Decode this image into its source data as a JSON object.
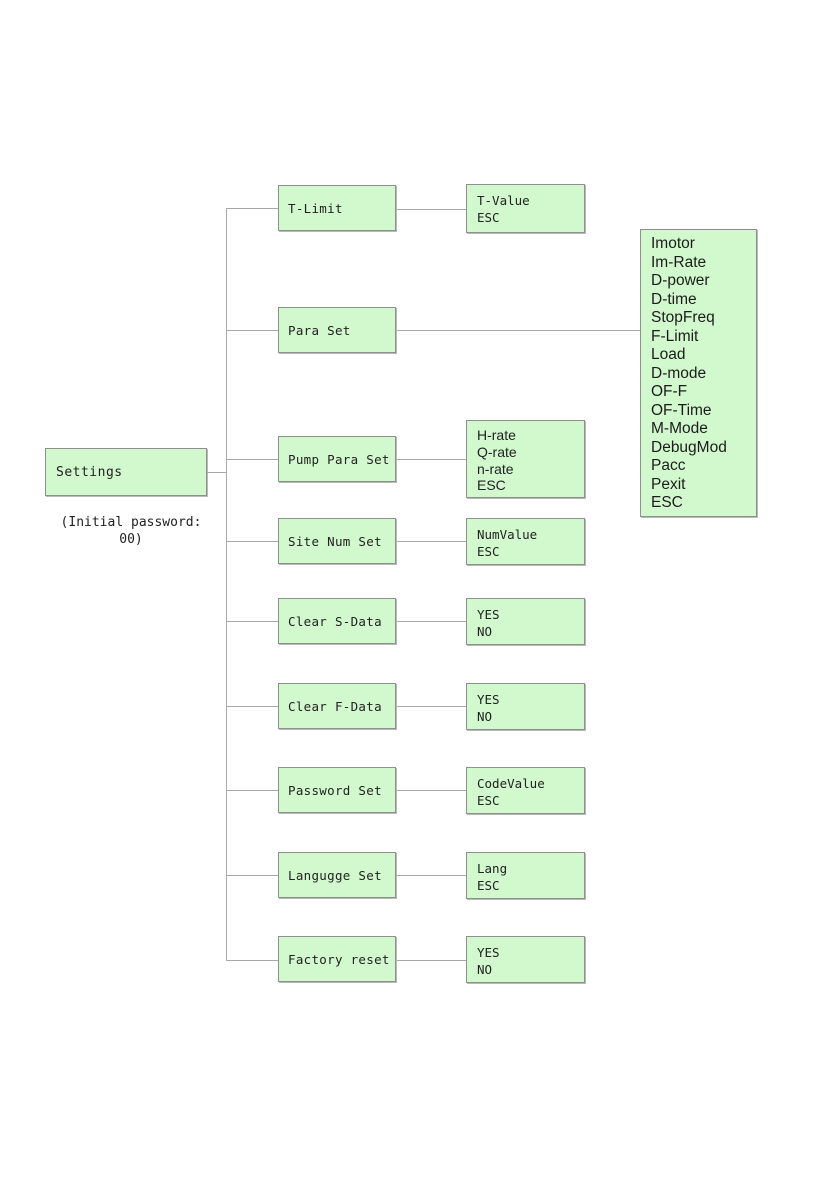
{
  "diagram": {
    "title_node": {
      "label": "Settings"
    },
    "note": {
      "line1": "(Initial password:",
      "line2": "00)"
    },
    "rows": [
      {
        "menu": "T-Limit",
        "submenu": [
          "T-Value",
          "ESC"
        ]
      },
      {
        "menu": "Para Set",
        "submenu": [
          "Imotor",
          "Im-Rate",
          "D-power",
          "D-time",
          "StopFreq",
          "F-Limit",
          "Load",
          "D-mode",
          "OF-F",
          "OF-Time",
          "M-Mode",
          "DebugMod",
          "Pacc",
          "Pexit",
          "ESC"
        ]
      },
      {
        "menu": "Pump Para Set",
        "submenu": [
          "H-rate",
          "Q-rate",
          "n-rate",
          "ESC"
        ]
      },
      {
        "menu": "Site Num Set",
        "submenu": [
          "NumValue",
          "ESC"
        ]
      },
      {
        "menu": "Clear S-Data",
        "submenu": [
          "YES",
          "NO"
        ]
      },
      {
        "menu": "Clear F-Data",
        "submenu": [
          "YES",
          "NO"
        ]
      },
      {
        "menu": "Password Set",
        "submenu": [
          "CodeValue",
          "ESC"
        ]
      },
      {
        "menu": "Langugge Set",
        "submenu": [
          "Lang",
          "ESC"
        ]
      },
      {
        "menu": "Factory reset",
        "submenu": [
          "YES",
          "NO"
        ]
      }
    ],
    "colors": {
      "box_fill": "#d2f8cd",
      "box_border": "#8f8f8f",
      "connector_line": "#a8a8a8",
      "background": "#ffffff"
    }
  }
}
